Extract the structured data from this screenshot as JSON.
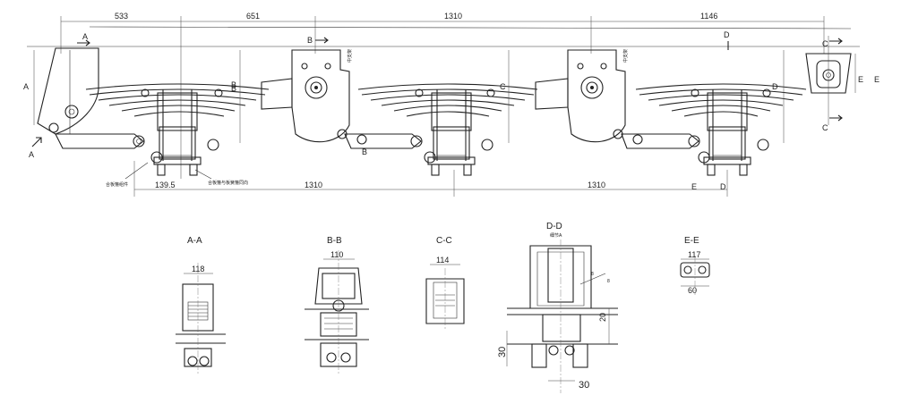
{
  "drawing": {
    "top_dimensions": [
      "533",
      "651",
      "1310",
      "1146"
    ],
    "bottom_dimensions": [
      "139.5",
      "1310",
      "1310"
    ],
    "height_labels": [
      "A",
      "B",
      "C",
      "D",
      "E"
    ],
    "section_markers": [
      "A",
      "A",
      "B",
      "B",
      "B",
      "C",
      "C",
      "D",
      "D",
      "E",
      "E"
    ],
    "annotations": {
      "left_note": "合板箍组件",
      "bottom_note": "合板箍与板簧箍同向",
      "hanger_note_1": "中支架",
      "hanger_note_2": "中支架"
    }
  },
  "sections": [
    {
      "title": "A-A",
      "dims": [
        "118"
      ]
    },
    {
      "title": "B-B",
      "dims": [
        "110"
      ]
    },
    {
      "title": "C-C",
      "dims": [
        "114"
      ]
    },
    {
      "title": "D-D",
      "dims": [
        "20",
        "30",
        "30",
        "8",
        "8"
      ],
      "note": "细节A"
    },
    {
      "title": "E-E",
      "dims": [
        "117",
        "60"
      ]
    }
  ]
}
